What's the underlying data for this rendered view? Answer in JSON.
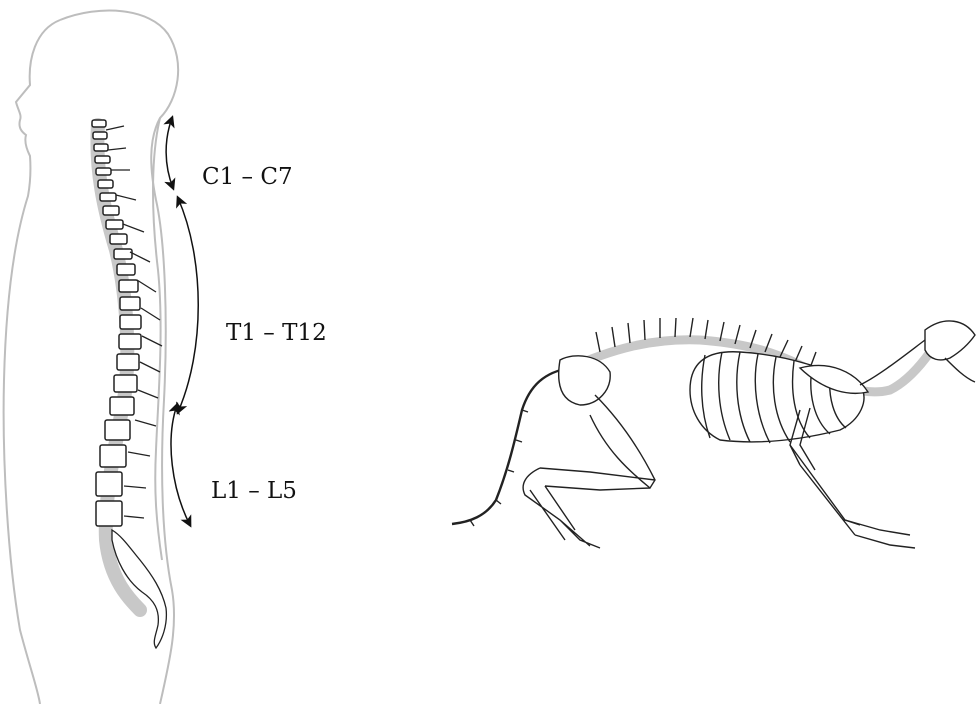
{
  "labels": {
    "cervical": "C1 – C7",
    "thoracic": "T1 – T12",
    "lumbar": "L1 – L5"
  },
  "colors": {
    "outline": "#b8b8b8",
    "bone": "#222222",
    "spine_axis": "#c8c8c8",
    "text": "#111111"
  }
}
